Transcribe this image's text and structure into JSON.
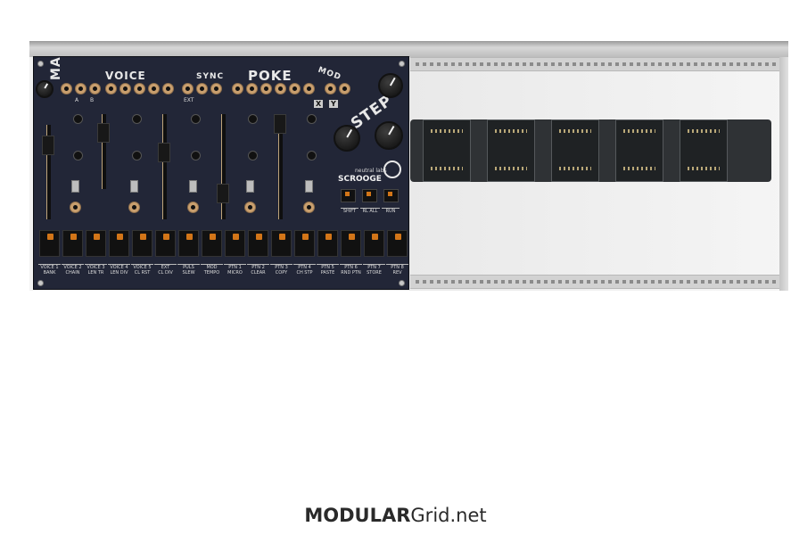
{
  "module": {
    "title_main": "MAIN",
    "title_voice": "VOICE",
    "title_sync": "SYNC",
    "title_poke": "POKE",
    "title_mod": "MOD",
    "title_step": "STEP",
    "label_a": "A",
    "label_b": "B",
    "label_ext": "EXT",
    "label_x": "X",
    "label_y": "Y",
    "maker": "neutral labs",
    "name": "SCROOGE",
    "shift_labels": [
      "SHIFT",
      "RL ALL",
      "RUN"
    ],
    "button_labels": [
      [
        "VOICE 1",
        "BANK"
      ],
      [
        "VOICE 2",
        "CHAIN"
      ],
      [
        "VOICE 3",
        "LEN TR"
      ],
      [
        "VOICE 4",
        "LEN DIV"
      ],
      [
        "VOICE 5",
        "CL RST"
      ],
      [
        "EXT",
        "CL DIV"
      ],
      [
        "PULS",
        "SLEW"
      ],
      [
        "MOD",
        "TEMPO"
      ],
      [
        "PTN 1",
        "MICRO"
      ],
      [
        "PTN 2",
        "CLEAR"
      ],
      [
        "PTN 3",
        "COPY"
      ],
      [
        "PTN 4",
        "CH STP"
      ],
      [
        "PTN 5",
        "PASTE"
      ],
      [
        "PTN 6",
        "RND PTN"
      ],
      [
        "PTN 7",
        "STORE"
      ],
      [
        "PTN 8",
        "REV"
      ]
    ]
  },
  "footer": {
    "brand_bold": "MODULAR",
    "brand_light": "Grid.net"
  }
}
